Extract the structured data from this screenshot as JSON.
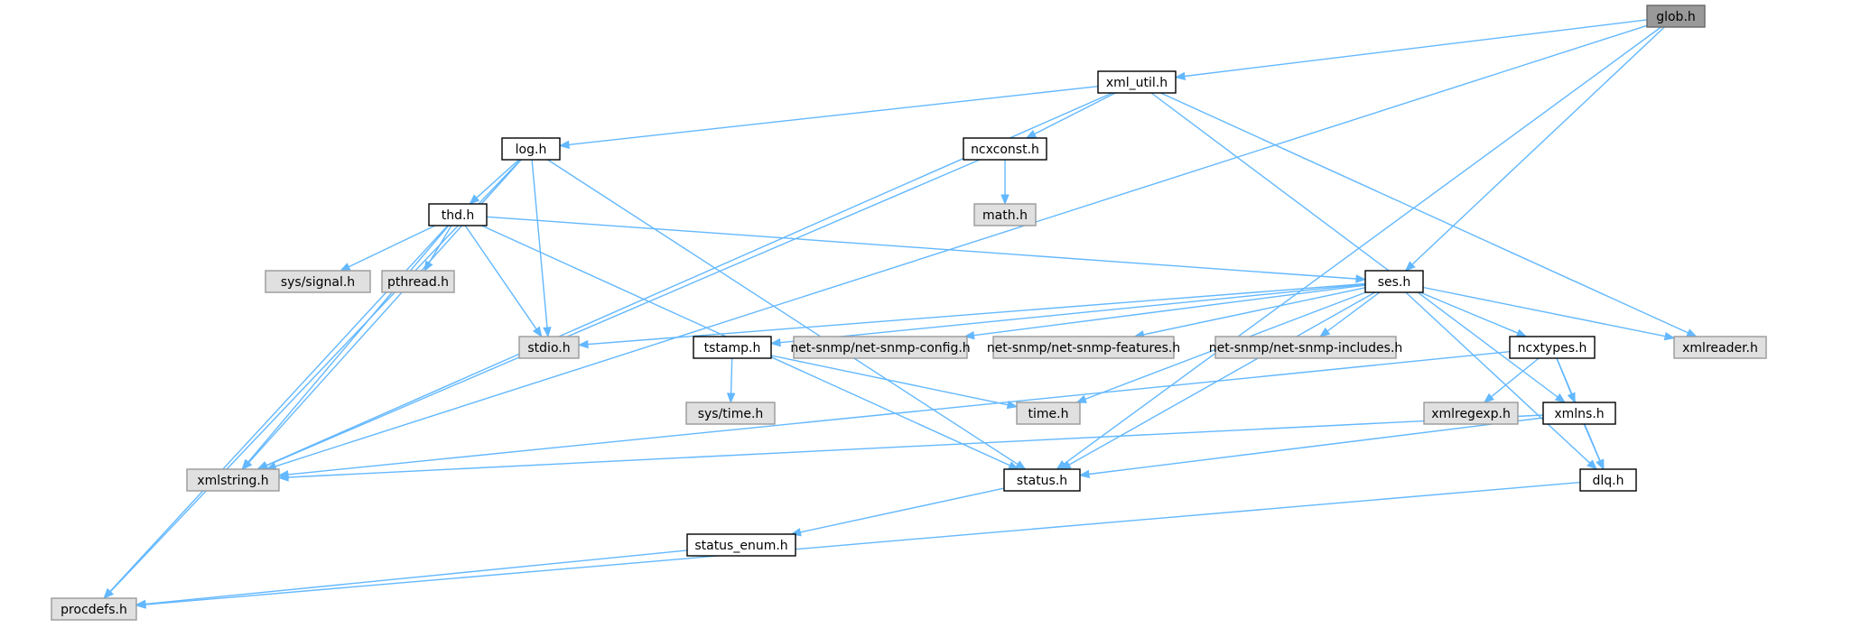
{
  "colors": {
    "edge": "#63b8ff",
    "root_fill": "#999999",
    "root_stroke": "#666666",
    "header_fill": "#ffffff",
    "header_stroke": "#000000",
    "system_fill": "#e0e0e0",
    "system_stroke": "#999999"
  },
  "nodes": {
    "glob_h": {
      "label": "glob.h",
      "kind": "root"
    },
    "xml_util_h": {
      "label": "xml_util.h",
      "kind": "header"
    },
    "log_h": {
      "label": "log.h",
      "kind": "header"
    },
    "ncxconst_h": {
      "label": "ncxconst.h",
      "kind": "header"
    },
    "math_h": {
      "label": "math.h",
      "kind": "system"
    },
    "thd_h": {
      "label": "thd.h",
      "kind": "header"
    },
    "ses_h": {
      "label": "ses.h",
      "kind": "header"
    },
    "sys_signal_h": {
      "label": "sys/signal.h",
      "kind": "system"
    },
    "pthread_h": {
      "label": "pthread.h",
      "kind": "system"
    },
    "stdio_h": {
      "label": "stdio.h",
      "kind": "system"
    },
    "tstamp_h": {
      "label": "tstamp.h",
      "kind": "header"
    },
    "netsnmp_config_h": {
      "label": "net-snmp/net-snmp-config.h",
      "kind": "system"
    },
    "netsnmp_features_h": {
      "label": "net-snmp/net-snmp-features.h",
      "kind": "system"
    },
    "netsnmp_includes_h": {
      "label": "net-snmp/net-snmp-includes.h",
      "kind": "system"
    },
    "ncxtypes_h": {
      "label": "ncxtypes.h",
      "kind": "header"
    },
    "xmlreader_h": {
      "label": "xmlreader.h",
      "kind": "system"
    },
    "sys_time_h": {
      "label": "sys/time.h",
      "kind": "system"
    },
    "time_h": {
      "label": "time.h",
      "kind": "system"
    },
    "xmlregexp_h": {
      "label": "xmlregexp.h",
      "kind": "system"
    },
    "xmlns_h": {
      "label": "xmlns.h",
      "kind": "header"
    },
    "xmlstring_h": {
      "label": "xmlstring.h",
      "kind": "system"
    },
    "status_h": {
      "label": "status.h",
      "kind": "header"
    },
    "dlq_h": {
      "label": "dlq.h",
      "kind": "header"
    },
    "status_enum_h": {
      "label": "status_enum.h",
      "kind": "header"
    },
    "procdefs_h": {
      "label": "procdefs.h",
      "kind": "system"
    }
  },
  "edges": [
    {
      "from": "glob_h",
      "to": "xml_util_h"
    },
    {
      "from": "glob_h",
      "to": "ses_h"
    },
    {
      "from": "glob_h",
      "to": "xmlstring_h"
    },
    {
      "from": "glob_h",
      "to": "status_h"
    },
    {
      "from": "xml_util_h",
      "to": "log_h"
    },
    {
      "from": "xml_util_h",
      "to": "ncxconst_h"
    },
    {
      "from": "xml_util_h",
      "to": "xmlreader_h"
    },
    {
      "from": "xml_util_h",
      "to": "xmlns_h"
    },
    {
      "from": "xml_util_h",
      "to": "xmlstring_h"
    },
    {
      "from": "log_h",
      "to": "thd_h"
    },
    {
      "from": "log_h",
      "to": "stdio_h"
    },
    {
      "from": "log_h",
      "to": "status_h"
    },
    {
      "from": "log_h",
      "to": "xmlstring_h"
    },
    {
      "from": "log_h",
      "to": "procdefs_h"
    },
    {
      "from": "ncxconst_h",
      "to": "math_h"
    },
    {
      "from": "ncxconst_h",
      "to": "xmlstring_h"
    },
    {
      "from": "thd_h",
      "to": "sys_signal_h"
    },
    {
      "from": "thd_h",
      "to": "pthread_h"
    },
    {
      "from": "thd_h",
      "to": "stdio_h"
    },
    {
      "from": "thd_h",
      "to": "ses_h"
    },
    {
      "from": "thd_h",
      "to": "status_h"
    },
    {
      "from": "thd_h",
      "to": "xmlstring_h"
    },
    {
      "from": "thd_h",
      "to": "procdefs_h"
    },
    {
      "from": "ses_h",
      "to": "stdio_h"
    },
    {
      "from": "ses_h",
      "to": "tstamp_h"
    },
    {
      "from": "ses_h",
      "to": "netsnmp_config_h"
    },
    {
      "from": "ses_h",
      "to": "netsnmp_features_h"
    },
    {
      "from": "ses_h",
      "to": "netsnmp_includes_h"
    },
    {
      "from": "ses_h",
      "to": "ncxtypes_h"
    },
    {
      "from": "ses_h",
      "to": "xmlreader_h"
    },
    {
      "from": "ses_h",
      "to": "time_h"
    },
    {
      "from": "ses_h",
      "to": "status_h"
    },
    {
      "from": "ses_h",
      "to": "dlq_h"
    },
    {
      "from": "tstamp_h",
      "to": "sys_time_h"
    },
    {
      "from": "tstamp_h",
      "to": "time_h"
    },
    {
      "from": "ncxtypes_h",
      "to": "xmlregexp_h"
    },
    {
      "from": "ncxtypes_h",
      "to": "xmlns_h"
    },
    {
      "from": "ncxtypes_h",
      "to": "dlq_h"
    },
    {
      "from": "ncxtypes_h",
      "to": "xmlstring_h"
    },
    {
      "from": "xmlns_h",
      "to": "xmlstring_h"
    },
    {
      "from": "xmlns_h",
      "to": "status_h"
    },
    {
      "from": "xmlns_h",
      "to": "dlq_h"
    },
    {
      "from": "status_h",
      "to": "status_enum_h"
    },
    {
      "from": "status_enum_h",
      "to": "procdefs_h"
    },
    {
      "from": "dlq_h",
      "to": "procdefs_h"
    }
  ]
}
